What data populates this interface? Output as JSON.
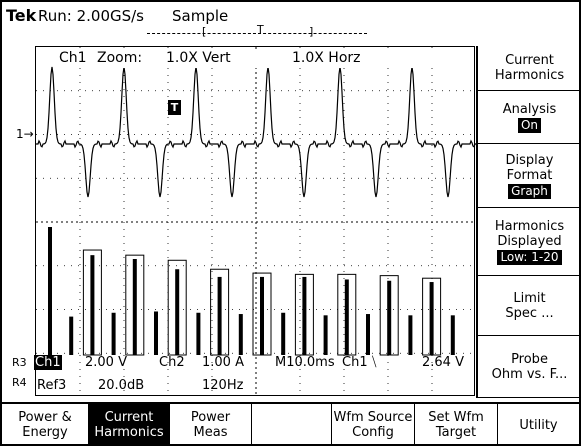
{
  "header": {
    "brand": "Tek",
    "run_status": "Run: 2.00GS/s",
    "acq_mode": "Sample",
    "record_left_bracket": "[",
    "record_trigger": "T",
    "record_right_bracket": "]"
  },
  "zoom": {
    "channel": "Ch1",
    "label": "Zoom:",
    "vert": "1.0X Vert",
    "horz": "1.0X Horz"
  },
  "markers": {
    "trigger": "T",
    "ch1_level": "1→"
  },
  "readout": {
    "r3_label": "R3",
    "r4_label": "R4",
    "ch1": "Ch1",
    "ch1_scale": "2.00 V",
    "ch2": "Ch2",
    "ch2_scale": "1.00 A",
    "timebase": "M10.0ms",
    "trig_source": "Ch1",
    "trig_slope": "⧹",
    "trig_level": "2.64 V",
    "ref3": "Ref3",
    "ref3_scale": "20.0dB",
    "ref3_freq": "120Hz"
  },
  "side_menu": [
    {
      "line1": "Current",
      "line2": "Harmonics",
      "value": ""
    },
    {
      "line1": "Analysis",
      "line2": "",
      "value": "On"
    },
    {
      "line1": "Display",
      "line2": "Format",
      "value": "Graph"
    },
    {
      "line1": "Harmonics",
      "line2": "Displayed",
      "value": "Low: 1-20"
    },
    {
      "line1": "Limit",
      "line2": "Spec ...",
      "value": ""
    },
    {
      "line1": "Probe",
      "line2": "Ohm vs. F...",
      "value": ""
    }
  ],
  "bottom_menu": [
    {
      "line1": "Power &",
      "line2": "Energy"
    },
    {
      "line1": "Current",
      "line2": "Harmonics"
    },
    {
      "line1": "Power",
      "line2": "Meas"
    },
    {
      "line1": "",
      "line2": ""
    },
    {
      "line1": "Wfm Source",
      "line2": "Config"
    },
    {
      "line1": "Set Wfm",
      "line2": "Target"
    },
    {
      "line1": "Utility",
      "line2": ""
    }
  ],
  "chart_data": {
    "type": "bar",
    "categories": [
      "1",
      "2",
      "3",
      "4",
      "5",
      "6",
      "7",
      "8",
      "9",
      "10",
      "11",
      "12",
      "13",
      "14",
      "15",
      "16",
      "17",
      "18",
      "19",
      "20"
    ],
    "series": [
      {
        "values": [
          100,
          30,
          78,
          33,
          75,
          34,
          67,
          33,
          61,
          32,
          61,
          33,
          61,
          31,
          59,
          32,
          58,
          31,
          57,
          31
        ]
      },
      {
        "values": [
          null,
          null,
          82,
          null,
          78,
          null,
          74,
          null,
          67,
          null,
          64,
          null,
          63,
          null,
          63,
          null,
          62,
          null,
          60,
          null
        ]
      }
    ],
    "ylim": [
      0,
      100
    ]
  }
}
